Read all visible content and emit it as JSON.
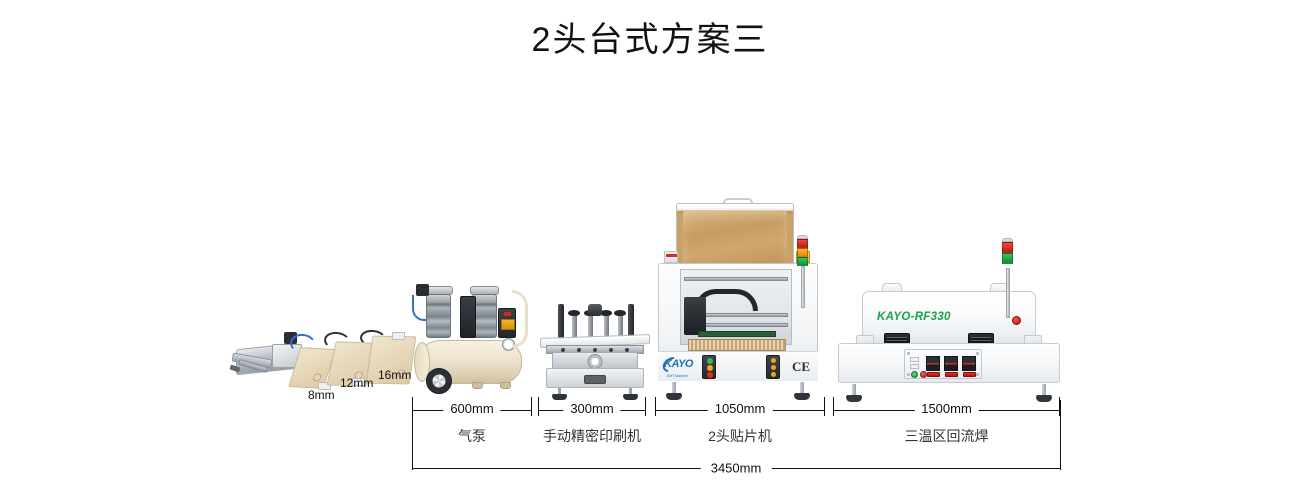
{
  "page": {
    "title": "2头台式方案三",
    "total_dimension": "3450mm"
  },
  "accessories": {
    "items": [
      {
        "name": "nozzle-fixture-8mm",
        "label": "8mm"
      },
      {
        "name": "nozzle-fixture-12mm",
        "label": "12mm"
      },
      {
        "name": "nozzle-fixture-16mm",
        "label": "16mm"
      }
    ]
  },
  "machines": [
    {
      "id": "air-compressor",
      "dimension": "600mm",
      "label": "气泵",
      "model": ""
    },
    {
      "id": "stencil-printer",
      "dimension": "300mm",
      "label": "手动精密印刷机",
      "model": ""
    },
    {
      "id": "pick-and-place",
      "dimension": "1050mm",
      "label": "2头贴片机",
      "model": "KAYO"
    },
    {
      "id": "reflow-oven",
      "dimension": "1500mm",
      "label": "三温区回流焊",
      "model": "KAYO-RF330"
    }
  ],
  "marks": {
    "ce": "CE",
    "brand": "KAYO",
    "brand_sub": "SMT Machine"
  },
  "colors": {
    "title_text": "#111111",
    "dimension_line": "#111111",
    "oven_model_green": "#16a34a",
    "brand_blue": "#1f6fc0",
    "tower_red": "#e03127",
    "tower_amber": "#f2a51c",
    "tower_green": "#17a64a",
    "background": "#ffffff"
  }
}
